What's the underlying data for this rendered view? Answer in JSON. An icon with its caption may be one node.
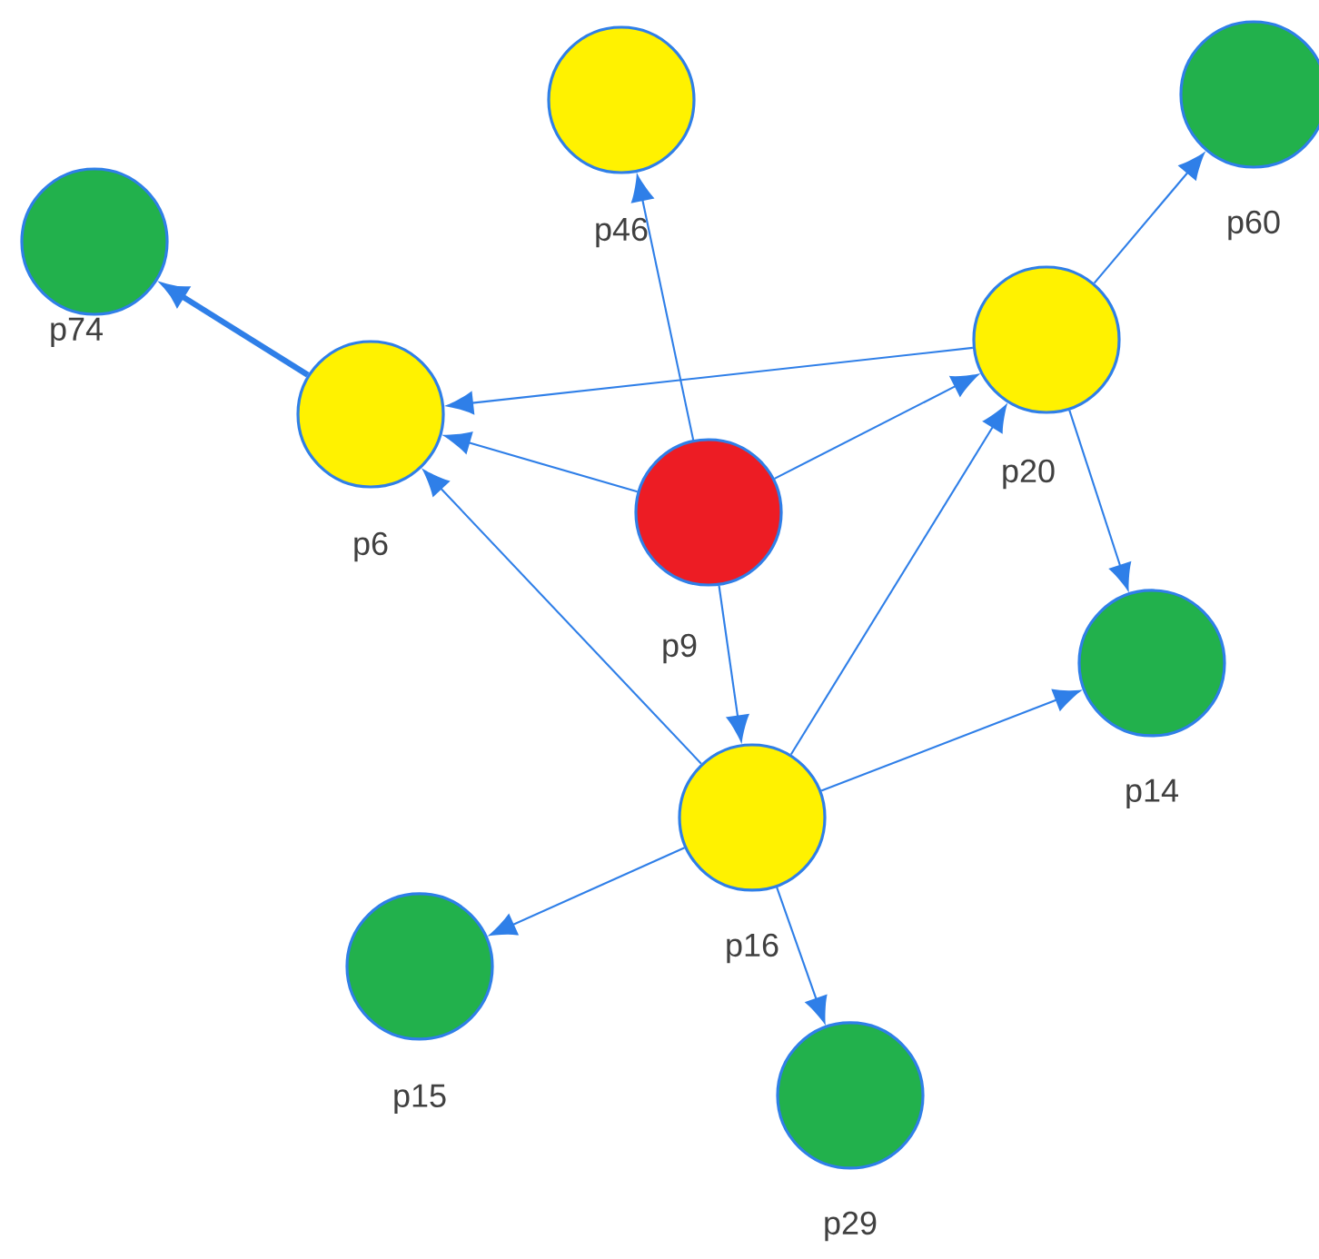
{
  "diagram": {
    "nodes": [
      {
        "text": [],
        "shape": "circle",
        "beside": [
          "p74"
        ]
      },
      {
        "text": [],
        "shape": "circle",
        "beside": [
          "p46"
        ]
      },
      {
        "text": [],
        "shape": "circle",
        "beside": [
          "p60"
        ]
      },
      {
        "text": [],
        "shape": "circle",
        "beside": [
          "p6"
        ]
      },
      {
        "text": [],
        "shape": "circle",
        "beside": [
          "p20"
        ]
      },
      {
        "text": [],
        "shape": "circle",
        "beside": [
          "p9"
        ]
      },
      {
        "text": [],
        "shape": "circle",
        "beside": [
          "p14"
        ]
      },
      {
        "text": [],
        "shape": "circle",
        "beside": [
          "p16"
        ]
      },
      {
        "text": [],
        "shape": "circle",
        "beside": [
          "p15"
        ]
      },
      {
        "text": [],
        "shape": "circle",
        "beside": [
          "p29"
        ]
      }
    ],
    "edges": [
      {
        "from": 3,
        "to": 0,
        "arrow": "to",
        "style": "thick"
      },
      {
        "from": 5,
        "to": 1,
        "arrow": "to"
      },
      {
        "from": 4,
        "to": 3,
        "arrow": "to"
      },
      {
        "from": 5,
        "to": 3,
        "arrow": "to"
      },
      {
        "from": 5,
        "to": 4,
        "arrow": "to"
      },
      {
        "from": 4,
        "to": 2,
        "arrow": "to"
      },
      {
        "from": 4,
        "to": 6,
        "arrow": "to"
      },
      {
        "from": 5,
        "to": 7,
        "arrow": "to"
      },
      {
        "from": 7,
        "to": 3,
        "arrow": "to"
      },
      {
        "from": 7,
        "to": 4,
        "arrow": "to"
      },
      {
        "from": 7,
        "to": 6,
        "arrow": "to"
      },
      {
        "from": 7,
        "to": 8,
        "arrow": "to"
      },
      {
        "from": 7,
        "to": 9,
        "arrow": "to"
      }
    ]
  }
}
